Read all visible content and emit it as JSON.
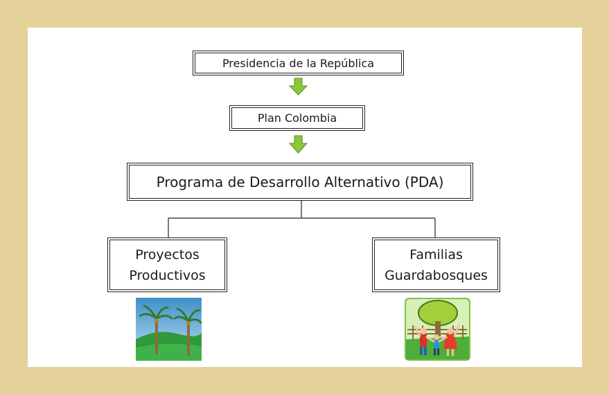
{
  "nodes": {
    "presidencia": "Presidencia de la República",
    "plan": "Plan Colombia",
    "pda": "Programa de Desarrollo Alternativo (PDA)",
    "proyectos": {
      "line1": "Proyectos",
      "line2": "Productivos"
    },
    "familias": {
      "line1": "Familias",
      "line2": "Guardabosques"
    }
  },
  "colors": {
    "background": "#e5d29b",
    "arrow": "#8cc63f",
    "arrow_stroke": "#5e8c1f"
  },
  "icons": [
    "palm-trees-icon",
    "family-tree-icon"
  ]
}
